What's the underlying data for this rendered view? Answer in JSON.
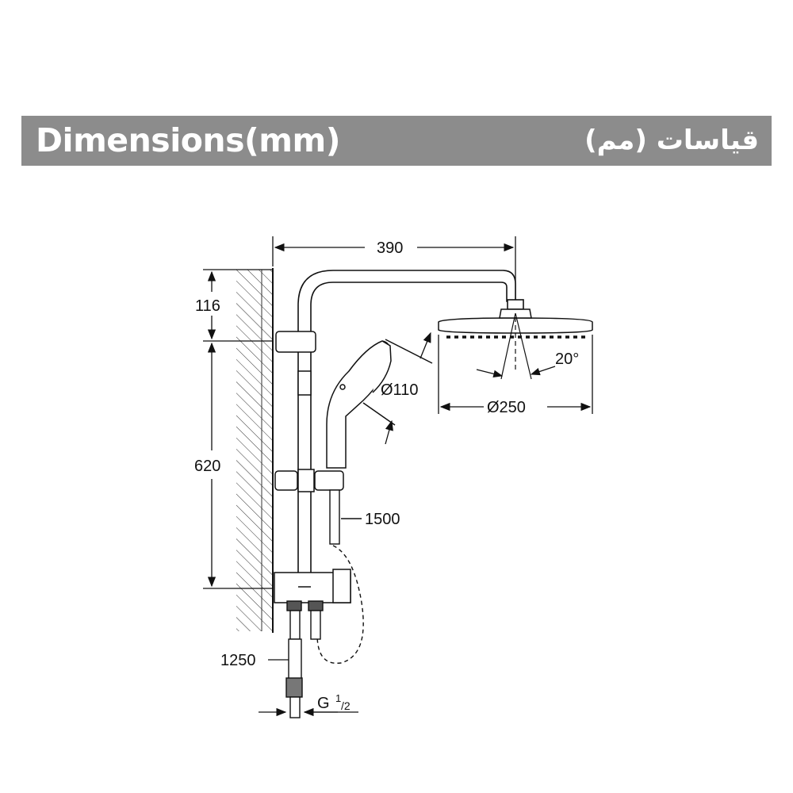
{
  "header": {
    "title": "Dimensions(mm)",
    "title_fa": "قیاسات (مم)"
  },
  "dimensions": {
    "arm_length": "390",
    "top_to_arm": "116",
    "rail_height": "620",
    "head_diameter": "Ø250",
    "hand_shower_diameter": "Ø110",
    "tilt_angle": "20°",
    "hose_length": "1500",
    "supply_hose_length": "1250",
    "thread_label_main": "G",
    "thread_numerator": "1",
    "thread_denominator": "/2"
  },
  "colors": {
    "banner": "#8c8c8c",
    "line": "#111111"
  }
}
